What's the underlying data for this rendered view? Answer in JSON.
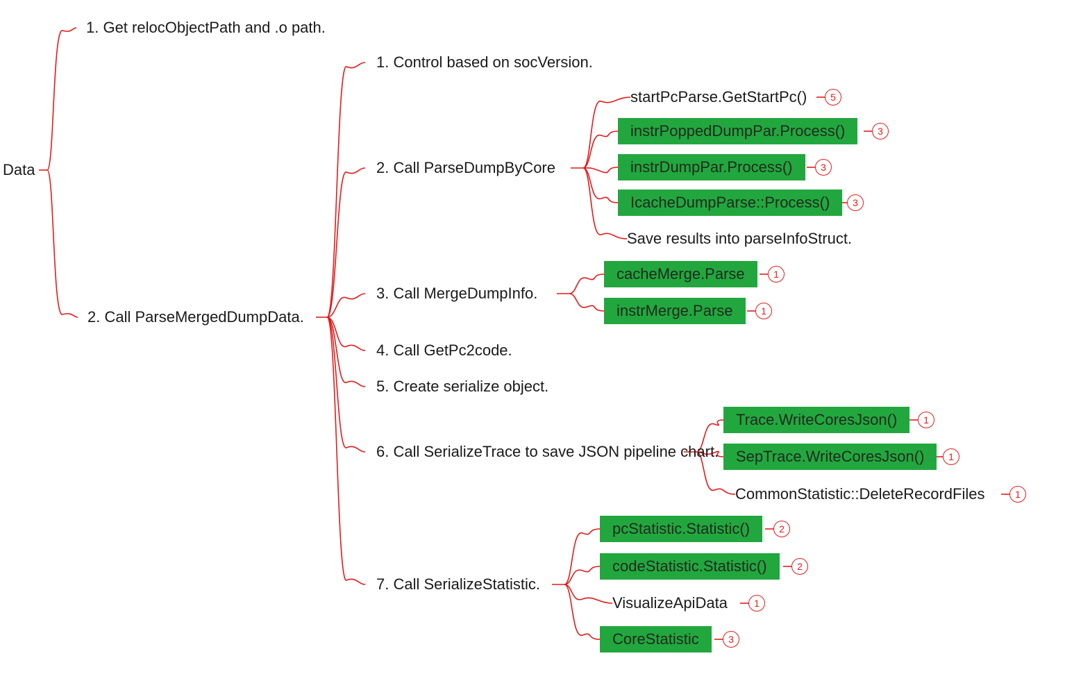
{
  "mindmap": {
    "root": "Data",
    "level1": [
      {
        "label": "1. Get relocObjectPath and .o path."
      },
      {
        "label": "2. Call ParseMergedDumpData."
      }
    ],
    "steps": [
      {
        "label": "1. Control based on socVersion.",
        "children": []
      },
      {
        "label": "2. Call ParseDumpByCore",
        "children": [
          {
            "label": "startPcParse.GetStartPc()",
            "highlight": false,
            "badge": "5"
          },
          {
            "label": "instrPoppedDumpPar.Process()",
            "highlight": true,
            "badge": "3"
          },
          {
            "label": "instrDumpPar.Process()",
            "highlight": true,
            "badge": "3"
          },
          {
            "label": "IcacheDumpParse::Process()",
            "highlight": true,
            "badge": "3"
          },
          {
            "label": "Save results into parseInfoStruct.",
            "highlight": false,
            "badge": ""
          }
        ]
      },
      {
        "label": "3. Call MergeDumpInfo.",
        "children": [
          {
            "label": "cacheMerge.Parse",
            "highlight": true,
            "badge": "1"
          },
          {
            "label": "instrMerge.Parse",
            "highlight": true,
            "badge": "1"
          }
        ]
      },
      {
        "label": "4. Call GetPc2code.",
        "children": []
      },
      {
        "label": "5. Create serialize object.",
        "children": []
      },
      {
        "label": "6. Call SerializeTrace to save JSON pipeline chart.",
        "children": [
          {
            "label": "Trace.WriteCoresJson()",
            "highlight": true,
            "badge": "1"
          },
          {
            "label": "SepTrace.WriteCoresJson()",
            "highlight": true,
            "badge": "1"
          },
          {
            "label": "CommonStatistic::DeleteRecordFiles",
            "highlight": false,
            "badge": "1"
          }
        ]
      },
      {
        "label": "7. Call SerializeStatistic.",
        "children": [
          {
            "label": "pcStatistic.Statistic()",
            "highlight": true,
            "badge": "2"
          },
          {
            "label": "codeStatistic.Statistic()",
            "highlight": true,
            "badge": "2"
          },
          {
            "label": "VisualizeApiData",
            "highlight": false,
            "badge": "1"
          },
          {
            "label": "CoreStatistic",
            "highlight": true,
            "badge": "3"
          }
        ]
      }
    ],
    "colors": {
      "connector": "#e21b1b",
      "highlight": "#22a73f"
    }
  }
}
